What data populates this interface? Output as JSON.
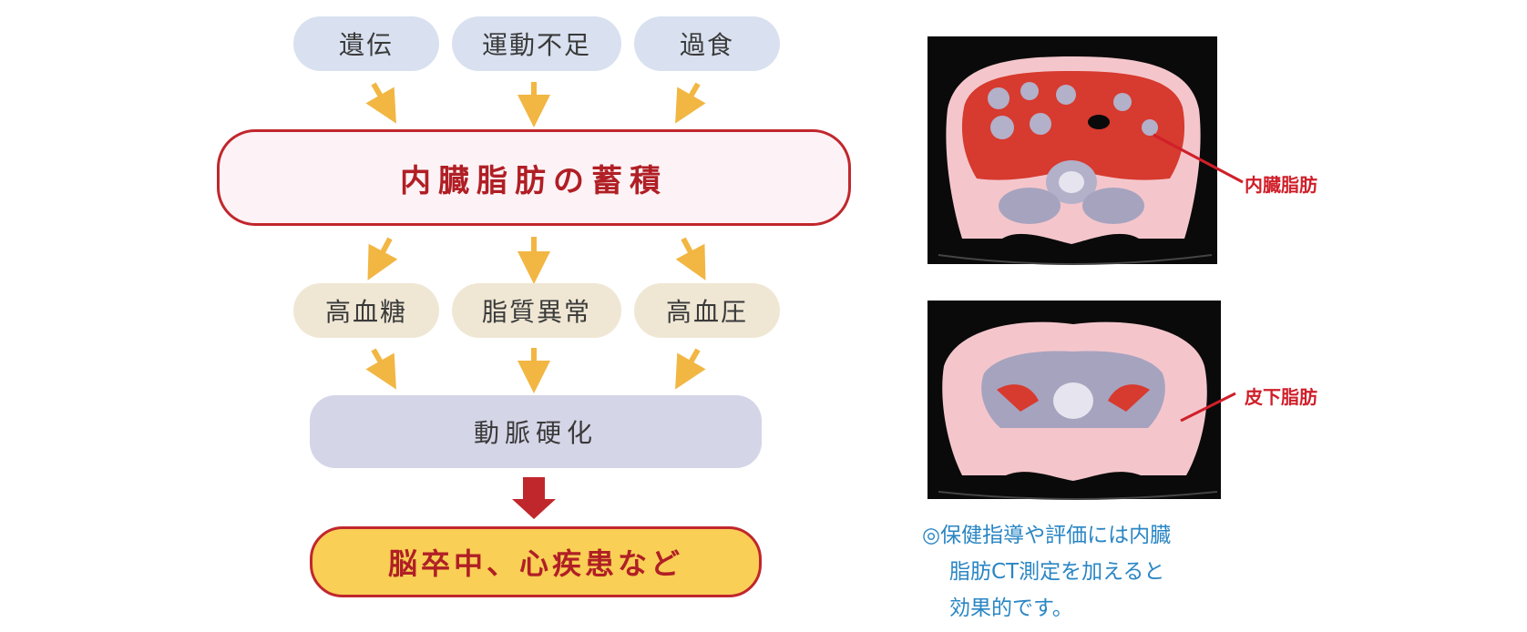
{
  "causes": [
    "遺伝",
    "運動不足",
    "過食"
  ],
  "center": "内臓脂肪の蓄積",
  "conditions": [
    "高血糖",
    "脂質異常",
    "高血圧"
  ],
  "arteriosclerosis": "動脈硬化",
  "outcome": "脳卒中、心疾患など",
  "ct": {
    "label_visceral": "内臓脂肪",
    "label_subcutaneous": "皮下脂肪"
  },
  "note": {
    "line1": "◎保健指導や評価には内臓",
    "line2": "脂肪CT測定を加えると",
    "line3": "効果的です。"
  },
  "colors": {
    "arrow": "#f2b643",
    "big_arrow": "#c0272d",
    "accent_red": "#c0272d",
    "note_blue": "#2a86c4"
  }
}
